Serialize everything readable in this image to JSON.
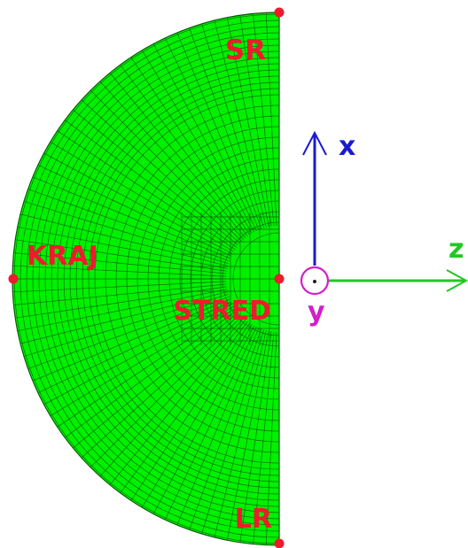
{
  "labels": {
    "top": "SR",
    "left": "KRAJ",
    "center": "STRED",
    "bottom": "LR"
  },
  "axes": {
    "x": "x",
    "y": "y",
    "z": "z"
  },
  "colors": {
    "mesh_fill": "#00f000",
    "mesh_lines": "#0a5a0a",
    "marker": "#ee1b2e",
    "label": "#ee1b2e",
    "axis_x": "#1a1ad0",
    "axis_y": "#d020c8",
    "axis_z": "#22c822"
  },
  "icons": {
    "y_axis": "circle-dot-icon",
    "x_axis": "arrow-up-icon",
    "z_axis": "arrow-right-icon"
  }
}
